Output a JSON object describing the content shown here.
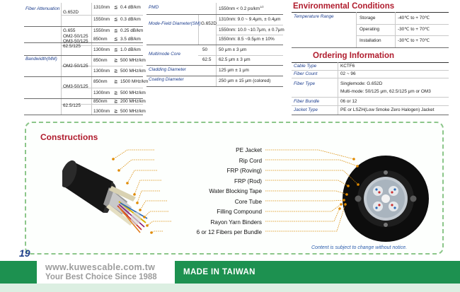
{
  "attenuation": {
    "group_label": "Fiber Attenuation",
    "rows": [
      {
        "type": "G.652D",
        "wavelength": "1310nm",
        "op": "≦",
        "value": "0.4 dB/km"
      },
      {
        "type": "",
        "wavelength": "1550nm",
        "op": "≦",
        "value": "0.3 dB/km"
      },
      {
        "type": "G.655",
        "wavelength": "1550nm",
        "op": "≦",
        "value": "0.25 dB/km"
      },
      {
        "type": "OM2-50/125\nOM3-50/125\n62.5/125",
        "wavelength": "850nm",
        "op": "≦",
        "value": "3.5 dB/km"
      },
      {
        "type": "",
        "wavelength": "1300nm",
        "op": "≦",
        "value": "1.0 dB/km"
      }
    ]
  },
  "bandwidth": {
    "group_label": "Bandwidth(MM)",
    "rows": [
      {
        "type": "OM2-50/125",
        "wavelength": "850nm",
        "op": "≧",
        "value": "500 MHz/km"
      },
      {
        "type": "",
        "wavelength": "1300nm",
        "op": "≧",
        "value": "500 MHz/km"
      },
      {
        "type": "OM3-50/125",
        "wavelength": "850nm",
        "op": "≧",
        "value": "1500 MHz/km"
      },
      {
        "type": "",
        "wavelength": "1300nm",
        "op": "≧",
        "value": "500 MHz/km"
      },
      {
        "type": "62.5/125",
        "wavelength": "850nm",
        "op": "≧",
        "value": "200 MHz/km"
      },
      {
        "type": "",
        "wavelength": "1300nm",
        "op": "≧",
        "value": "500 MHz/km"
      }
    ]
  },
  "mid": {
    "pmd_label": "PMD",
    "pmd_value": "1550nm < 0.2 ps/km",
    "pmd_sup": "1/2",
    "mfd_label": "Mode-Field Diameter(SM)",
    "mfd_type": "G.652D",
    "mfd_1310": "1310nm: 9.0 ~ 9.4μm, ± 0.4μm",
    "mfd_1550": "1550nm: 10.0 ~10.7μm, ± 0.7μm",
    "mfd_1550b": "1550nm: 8.5 ~9.5μm ± 10%",
    "core_label": "Multimode Core",
    "core_50": "50",
    "core_50_val": "50 μm ± 3 μm",
    "core_62": "62.5",
    "core_62_val": "62.5 μm ± 3 μm",
    "cladding_label": "Cladding Diameter",
    "cladding_val": "125 μm ± 1 μm",
    "coating_label": "Coating Diameter",
    "coating_val": "250 μm ± 15 μm (colored)"
  },
  "environment": {
    "title": "Environmental Conditions",
    "label": "Temperature Range",
    "rows": [
      {
        "name": "Storage",
        "value": "-40℃ to + 70℃"
      },
      {
        "name": "Operating",
        "value": "-30℃ to + 70℃"
      },
      {
        "name": "Installation",
        "value": "-30℃ to + 70℃"
      }
    ]
  },
  "ordering": {
    "title": "Ordering Information",
    "rows": [
      {
        "label": "Cable Type",
        "value": "KCTF6"
      },
      {
        "label": "Fiber Count",
        "value": "02 ~ 96"
      },
      {
        "label": "Fiber Type",
        "value": "Singlemode: G.652D",
        "value2": "Multi-mode: 50/125 μm, 62.5/125 μm or OM3"
      },
      {
        "label": "Fiber Bundle",
        "value": "06 or 12"
      },
      {
        "label": "Jacket Type",
        "value": "PE or LSZH(Low Smoke Zero Halogen) Jacket"
      }
    ]
  },
  "construction": {
    "title": "Constructions",
    "items": [
      "PE Jacket",
      "Rip Cord",
      "FRP (Roving)",
      "FRP (Rod)",
      "Water Blocking Tape",
      "Core Tube",
      "Filling Compound",
      "Rayon Yarn Binders",
      "6 or 12 Fibers per Bundle"
    ],
    "note": "Content is subject to change without notice."
  },
  "footer": {
    "page_number": "19",
    "website": "www.kuwescable.com.tw",
    "slogan": "Your Best Choice Since 1988",
    "made_in": "MADE IN TAIWAN"
  },
  "colors": {
    "label_blue": "#1e3f8f",
    "title_red": "#b01c2d",
    "panel_green": "#9fcf9b",
    "footer_green": "#1d9150"
  }
}
